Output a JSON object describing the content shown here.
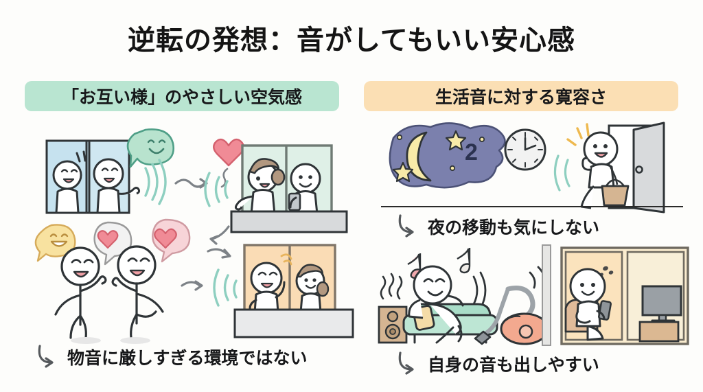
{
  "page": {
    "title": "逆転の発想：音がしてもいい安心感",
    "background_color": "#fdfdfb",
    "text_color": "#17181a"
  },
  "columns": {
    "left": {
      "banner_label": "「お互い様」のやさしい空気感",
      "banner_color": "#b9e5d1",
      "caption": "物音に厳しすぎる環境ではない",
      "caption_arrow_icon": "curved-arrow-icon",
      "scenes": [
        {
          "name": "neighbors-greeting-window",
          "description": "二人が窓辺で笑いながら挨拶",
          "elements": [
            "window-frame-blue",
            "stick-figure-smiling",
            "stick-figure-waving",
            "speech-bubble-smiley-green",
            "sound-wave-green",
            "wavy-arrow-right"
          ]
        },
        {
          "name": "balcony-neighbors-friendly",
          "description": "ベランダで女性が手を振り男性がスマホを持つ",
          "elements": [
            "window-frame-green",
            "female-figure-waving",
            "male-figure-with-phone",
            "heart-pink",
            "sound-wave-green",
            "balcony-wall-gray"
          ]
        },
        {
          "name": "two-people-dancing",
          "description": "二人が楽しく踊る",
          "elements": [
            "stick-figure-dancing",
            "speech-bubble-smiley-yellow",
            "speech-bubble-heart-white",
            "speech-bubble-heart-pink"
          ]
        },
        {
          "name": "balcony-window-warm",
          "description": "オレンジの窓辺で二人が手を振る",
          "elements": [
            "window-frame-orange",
            "stick-figure-waving",
            "female-figure",
            "sound-wave-green",
            "balcony-wall-gray"
          ]
        }
      ]
    },
    "right": {
      "banner_label": "生活音に対する寛容さ",
      "banner_color": "#fbdfb4",
      "captions": [
        {
          "text": "夜の移動も気にしない",
          "arrow_icon": "curved-arrow-icon"
        },
        {
          "text": "自身の音も出しやすい",
          "arrow_icon": "curved-arrow-icon"
        }
      ],
      "scenes": [
        {
          "name": "night-blob-with-moon",
          "description": "夜空のブロブに三日月と星",
          "night_label": "2",
          "elements": [
            "night-blob-purple",
            "crescent-moon-icon",
            "star-icon",
            "star-icon",
            "dot-icon"
          ]
        },
        {
          "name": "wall-clock",
          "description": "壁掛け時計",
          "elements": [
            "clock-icon"
          ]
        },
        {
          "name": "person-entering-door-at-night",
          "description": "夜に鞄を持って帰宅する人",
          "elements": [
            "stick-figure-walking",
            "shoulder-bag-tan",
            "open-door-gray",
            "sparkle-lines-yellow",
            "sound-wave-green"
          ]
        },
        {
          "name": "person-relaxing-on-sofa",
          "description": "ソファでくつろぎ音楽を聴く人",
          "elements": [
            "sofa-mint",
            "stick-figure-relaxing",
            "music-note-icon",
            "music-note-icon",
            "speaker-brown",
            "heat-wave-lines",
            "sound-wave-gray"
          ]
        },
        {
          "name": "vacuum-cleaner",
          "description": "掃除機",
          "elements": [
            "vacuum-cleaner-salmon",
            "sound-wave-gray"
          ]
        },
        {
          "name": "person-on-couch-with-phone",
          "description": "室内でスマホを見る人とテレビ",
          "elements": [
            "room-interior-cream",
            "stick-figure-with-phone",
            "couch-tan",
            "tv-gray",
            "tv-stand-tan",
            "sound-dots"
          ]
        }
      ]
    }
  },
  "colors": {
    "mint_banner": "#b9e5d1",
    "peach_banner": "#fbdfb4",
    "sound_wave_green": "#8ecfc0",
    "heart_pink": "#f08b96",
    "night_purple": "#7b80ad",
    "moon_yellow": "#f7eaa8",
    "sofa_mint": "#a9ddc8",
    "vacuum_salmon": "#f3a98f",
    "window_blue": "#c6e2ef",
    "window_orange": "#fadcb5",
    "outline_dark": "#2f3437",
    "wall_gray": "#d8dadc"
  }
}
